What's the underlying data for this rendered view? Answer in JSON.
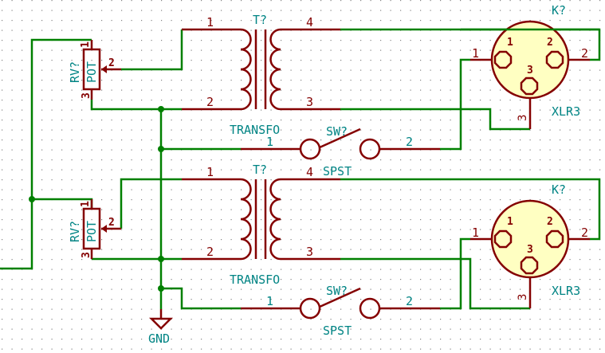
{
  "colors": {
    "background": "#ffffff",
    "grid_dot": "#848484",
    "wire": "#008000",
    "component": "#840000",
    "reference_text": "#008484",
    "connector_fill": "#ffffc2"
  },
  "potentiometers": [
    {
      "ref": "RV?",
      "value": "POT",
      "pins": [
        "1",
        "2",
        "3"
      ]
    },
    {
      "ref": "RV?",
      "value": "POT",
      "pins": [
        "1",
        "2",
        "3"
      ]
    }
  ],
  "transformers": [
    {
      "ref": "T?",
      "value": "TRANSFO",
      "pins": [
        "1",
        "2",
        "3",
        "4"
      ]
    },
    {
      "ref": "T?",
      "value": "TRANSFO",
      "pins": [
        "1",
        "2",
        "3",
        "4"
      ]
    }
  ],
  "switches": [
    {
      "ref": "SW?",
      "value": "SPST",
      "pins": [
        "1",
        "2"
      ]
    },
    {
      "ref": "SW?",
      "value": "SPST",
      "pins": [
        "1",
        "2"
      ]
    }
  ],
  "connectors": [
    {
      "ref": "K?",
      "value": "XLR3",
      "pins": [
        "1",
        "2",
        "3"
      ],
      "inner_pins": [
        "1",
        "2",
        "3"
      ]
    },
    {
      "ref": "K?",
      "value": "XLR3",
      "pins": [
        "1",
        "2",
        "3"
      ],
      "inner_pins": [
        "1",
        "2",
        "3"
      ]
    }
  ],
  "power": {
    "label": "GND"
  }
}
